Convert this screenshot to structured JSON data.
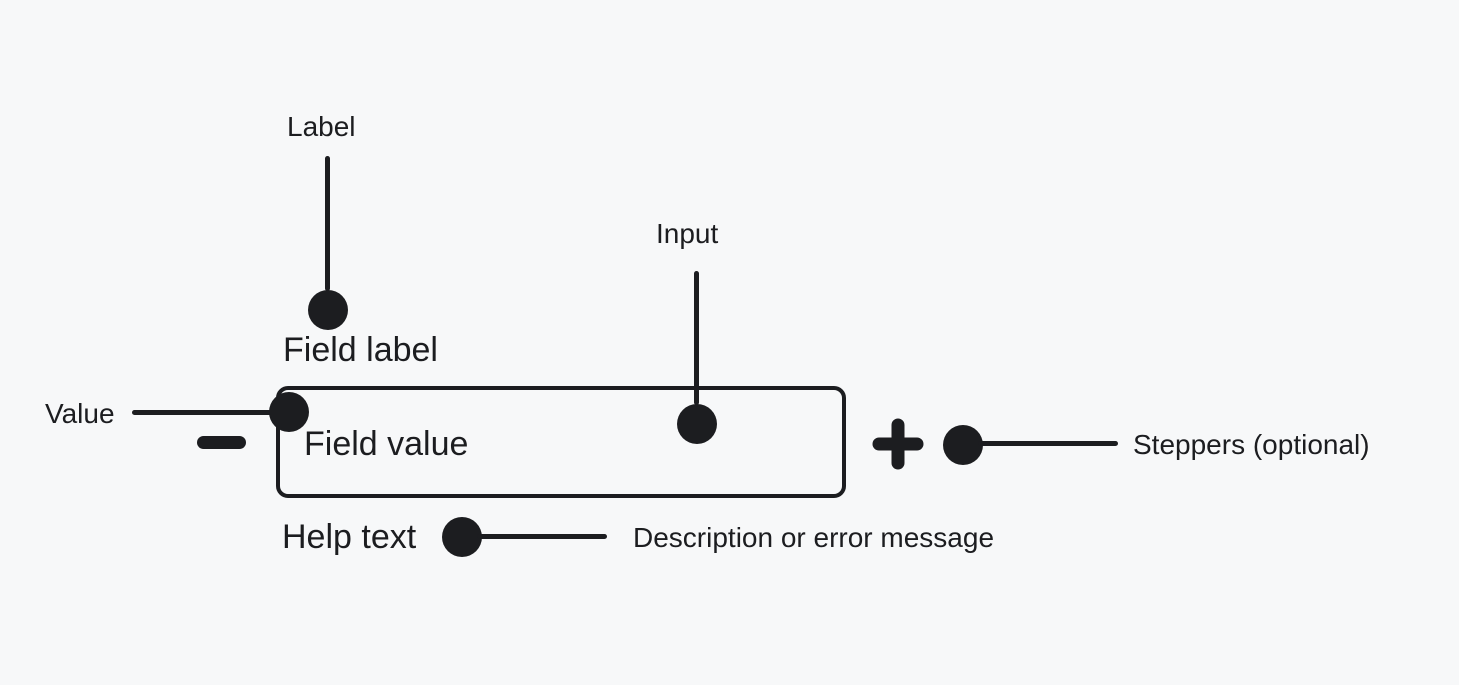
{
  "colors": {
    "background": "#f7f8f9",
    "ink": "#1c1d20"
  },
  "component": {
    "field_label": "Field label",
    "field_value": "Field value",
    "help_text": "Help text"
  },
  "annotations": {
    "label": "Label",
    "input": "Input",
    "value": "Value",
    "steppers": "Steppers (optional)",
    "help": "Description or error message"
  }
}
